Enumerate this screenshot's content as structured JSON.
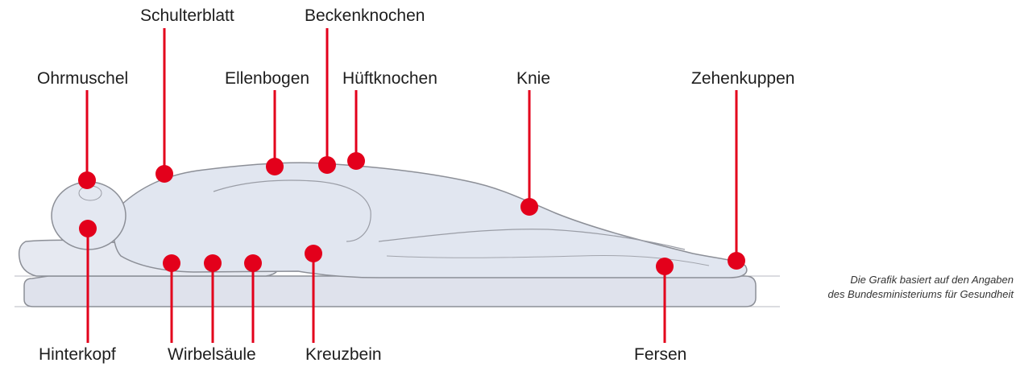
{
  "colors": {
    "marker": "#e3001b",
    "mattress": "#dfe2ec",
    "sketch": "#8c8f97",
    "body_fill": "#e1e6f0"
  },
  "labels_top": {
    "ohrmuschel": "Ohrmuschel",
    "schulterblatt": "Schulterblatt",
    "ellenbogen": "Ellenbogen",
    "beckenknochen": "Beckenknochen",
    "hueftknochen": "Hüftknochen",
    "knie": "Knie",
    "zehenkuppen": "Zehenkuppen"
  },
  "labels_bottom": {
    "hinterkopf": "Hinterkopf",
    "wirbelsaeule": "Wirbelsäule",
    "kreuzbein": "Kreuzbein",
    "fersen": "Fersen"
  },
  "note": {
    "line1": "Die Grafik basiert auf den Angaben",
    "line2": "des Bundesministeriums für Gesundheit"
  }
}
